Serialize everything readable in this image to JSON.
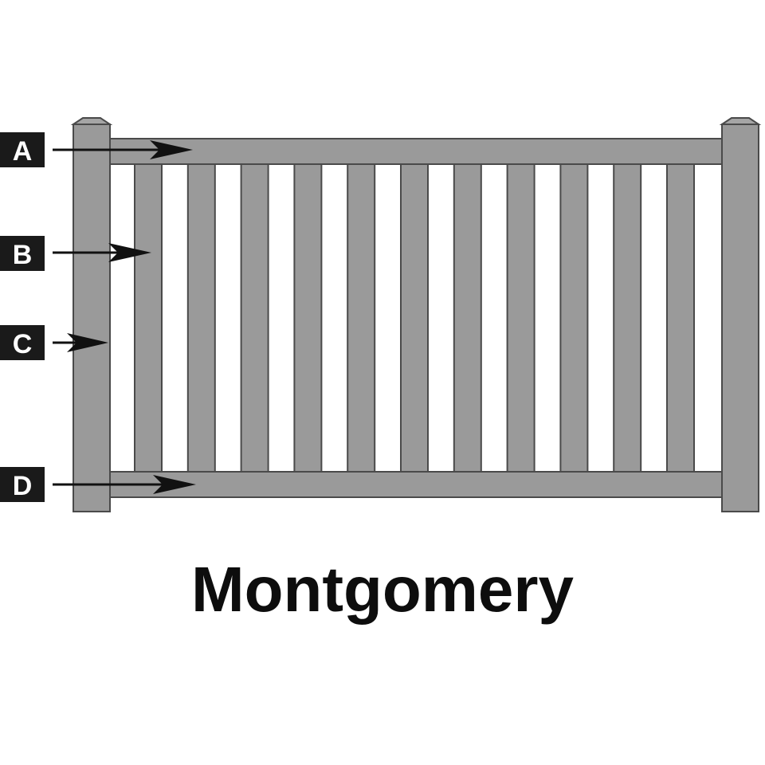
{
  "caption": "Montgomery",
  "callouts": [
    {
      "letter": "A",
      "target": "top-rail"
    },
    {
      "letter": "B",
      "target": "picket"
    },
    {
      "letter": "C",
      "target": "post"
    },
    {
      "letter": "D",
      "target": "bottom-rail"
    }
  ],
  "fence": {
    "picket_count": 11
  },
  "colors": {
    "fence": "#9a9a9a",
    "fence_outline": "#4a4a4a",
    "label_bg": "#1a1a1a",
    "arrow": "#111111"
  }
}
